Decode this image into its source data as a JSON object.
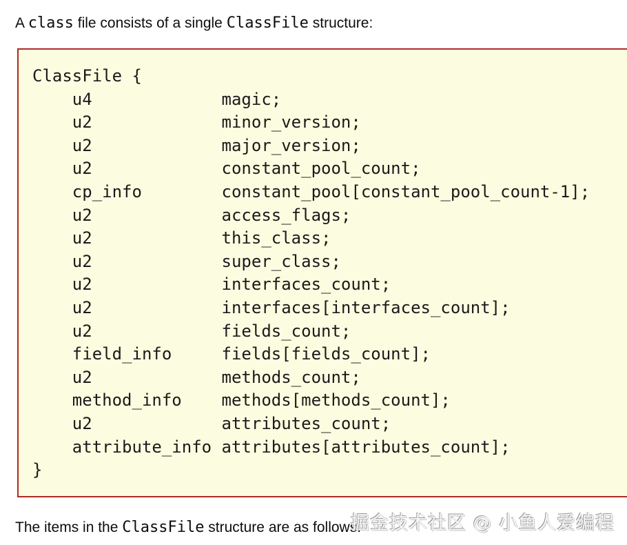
{
  "intro": {
    "segments": [
      {
        "text": "A ",
        "code": false
      },
      {
        "text": "class",
        "code": true
      },
      {
        "text": " file consists of a single ",
        "code": false
      },
      {
        "text": "ClassFile",
        "code": true
      },
      {
        "text": " structure:",
        "code": false
      }
    ]
  },
  "code_block": {
    "open_line": "ClassFile {",
    "close_line": "}",
    "indent_spaces": 4,
    "name_column": 19,
    "fields": [
      {
        "type": "u4",
        "name": "magic;"
      },
      {
        "type": "u2",
        "name": "minor_version;"
      },
      {
        "type": "u2",
        "name": "major_version;"
      },
      {
        "type": "u2",
        "name": "constant_pool_count;"
      },
      {
        "type": "cp_info",
        "name": "constant_pool[constant_pool_count-1];"
      },
      {
        "type": "u2",
        "name": "access_flags;"
      },
      {
        "type": "u2",
        "name": "this_class;"
      },
      {
        "type": "u2",
        "name": "super_class;"
      },
      {
        "type": "u2",
        "name": "interfaces_count;"
      },
      {
        "type": "u2",
        "name": "interfaces[interfaces_count];"
      },
      {
        "type": "u2",
        "name": "fields_count;"
      },
      {
        "type": "field_info",
        "name": "fields[fields_count];"
      },
      {
        "type": "u2",
        "name": "methods_count;"
      },
      {
        "type": "method_info",
        "name": "methods[methods_count];"
      },
      {
        "type": "u2",
        "name": "attributes_count;"
      },
      {
        "type": "attribute_info",
        "name": "attributes[attributes_count];"
      }
    ],
    "colors": {
      "background": "#fcfde0",
      "border": "#ab2b24",
      "text": "#1a1a1a"
    }
  },
  "outro": {
    "segments": [
      {
        "text": "The items in the ",
        "code": false
      },
      {
        "text": "ClassFile",
        "code": true
      },
      {
        "text": " structure are as follows.",
        "code": false
      }
    ]
  },
  "watermark": {
    "text": "掘金技术社区 @ 小鱼人爱编程"
  }
}
